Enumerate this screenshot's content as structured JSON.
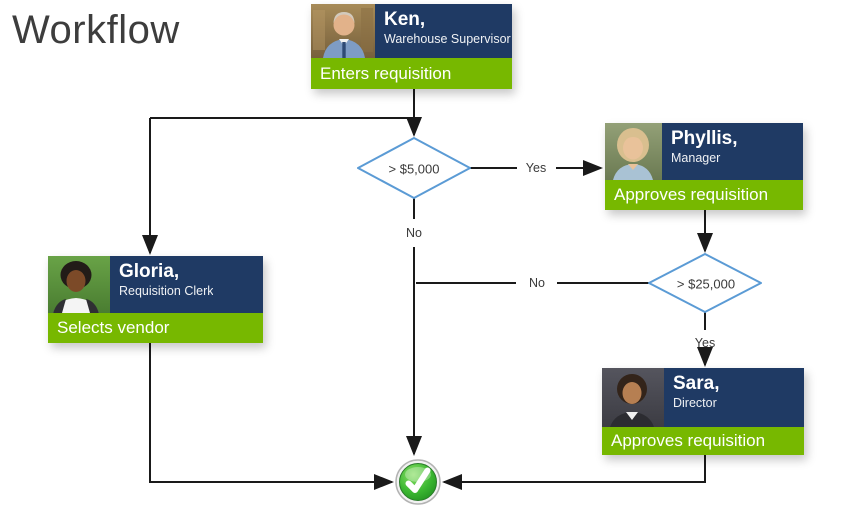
{
  "page": {
    "title": "Workflow"
  },
  "colors": {
    "navy": "#1f3a64",
    "green": "#77b800",
    "diamond_border": "#5b9bd5",
    "line": "#1a1a1a"
  },
  "nodes": {
    "ken": {
      "name": "Ken,",
      "role": "Warehouse Supervisor",
      "action": "Enters requisition"
    },
    "phyllis": {
      "name": "Phyllis,",
      "role": "Manager",
      "action": "Approves requisition"
    },
    "gloria": {
      "name": "Gloria,",
      "role": "Requisition Clerk",
      "action": "Selects vendor"
    },
    "sara": {
      "name": "Sara,",
      "role": "Director",
      "action": "Approves requisition"
    }
  },
  "decisions": {
    "d5000": {
      "label": "> $5,000"
    },
    "d25000": {
      "label": "> $25,000"
    }
  },
  "edges": {
    "d5000_yes": "Yes",
    "d5000_no": "No",
    "d25000_no": "No",
    "d25000_yes": "Yes"
  },
  "terminal": {
    "icon": "check-circle-icon"
  }
}
